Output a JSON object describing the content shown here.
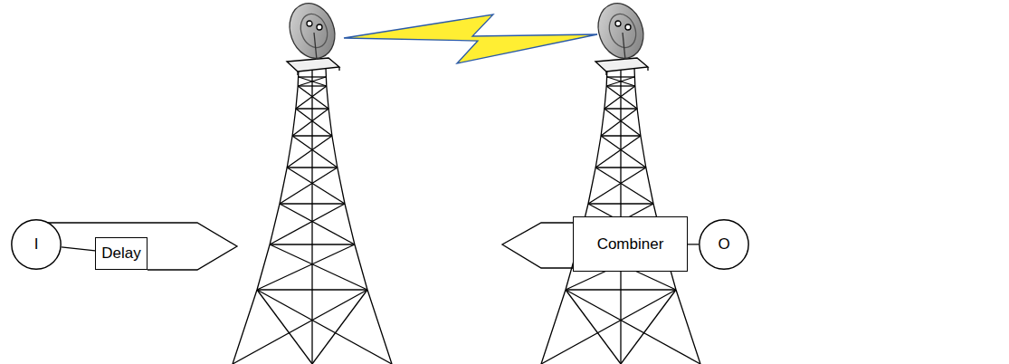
{
  "diagram": {
    "nodes": [
      {
        "text": [
          "I"
        ]
      },
      {
        "text": [
          "Delay"
        ]
      },
      {
        "text": [
          "Combiner"
        ]
      },
      {
        "text": [
          "O"
        ]
      }
    ],
    "edges": [
      {
        "from": 0,
        "to": 1,
        "arrow": "none"
      },
      {
        "from": 2,
        "to": 3,
        "arrow": "none"
      }
    ]
  }
}
